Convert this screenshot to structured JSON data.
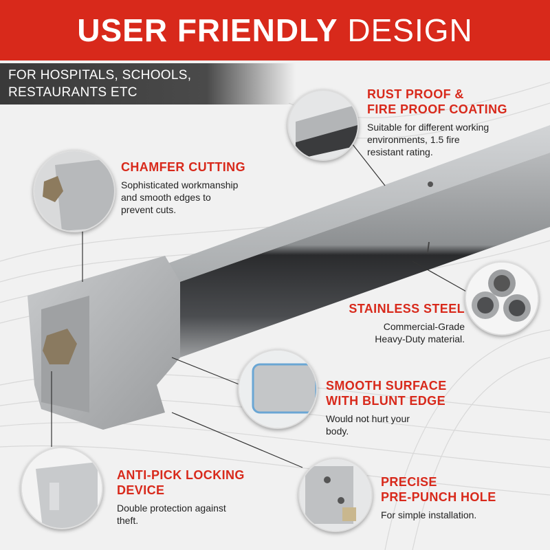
{
  "banner": {
    "title_bold": "USER FRIENDLY",
    "title_light": "DESIGN",
    "color": "#d8291b"
  },
  "subtitle": {
    "line1": "FOR HOSPITALS, SCHOOLS,",
    "line2": "RESTAURANTS ETC"
  },
  "callouts": {
    "rust": {
      "title": "RUST PROOF &\nFIRE PROOF COATING",
      "desc": "Suitable for different working\nenvironments, 1.5 fire\nresistant rating."
    },
    "chamfer": {
      "title": "CHAMFER CUTTING",
      "desc": "Sophisticated workmanship\nand smooth edges to\nprevent cuts."
    },
    "steel": {
      "title": "STAINLESS STEEL",
      "desc": "Commercial-Grade\nHeavy-Duty material."
    },
    "smooth": {
      "title": "SMOOTH SURFACE\nWITH BLUNT EDGE",
      "desc": "Would not hurt your\nbody."
    },
    "antipick": {
      "title": "ANTI-PICK LOCKING\nDEVICE",
      "desc": "Double protection against\ntheft."
    },
    "punch": {
      "title": "PRECISE\nPRE-PUNCH HOLE",
      "desc": "For simple installation."
    }
  },
  "icons": [
    "tubes-icon",
    "door-bar-icon"
  ]
}
